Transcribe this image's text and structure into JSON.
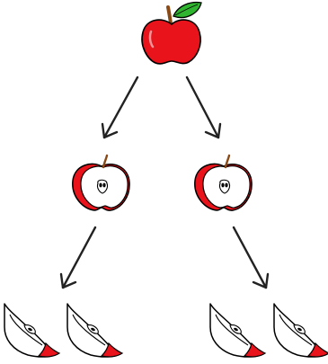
{
  "diagram": {
    "nodes": [
      {
        "id": "whole-apple",
        "kind": "whole apple"
      },
      {
        "id": "half-left",
        "kind": "apple half",
        "parent": "whole-apple"
      },
      {
        "id": "half-right",
        "kind": "apple half",
        "parent": "whole-apple"
      },
      {
        "id": "quarter-1",
        "kind": "apple quarter",
        "parent": "half-left"
      },
      {
        "id": "quarter-2",
        "kind": "apple quarter",
        "parent": "half-left"
      },
      {
        "id": "quarter-3",
        "kind": "apple quarter",
        "parent": "half-right"
      },
      {
        "id": "quarter-4",
        "kind": "apple quarter",
        "parent": "half-right"
      }
    ],
    "edges": [
      {
        "from": "whole-apple",
        "to": "half-left"
      },
      {
        "from": "whole-apple",
        "to": "half-right"
      },
      {
        "from": "half-left",
        "to": "quarter-1"
      },
      {
        "from": "half-right",
        "to": "quarter-4"
      }
    ],
    "colors": {
      "apple_skin": "#e8131b",
      "leaf": "#2fb52f",
      "stem": "#8a4a16",
      "arrow": "#222222",
      "outline": "#000000",
      "flesh": "#ffffff"
    },
    "icons": {
      "whole": "red-apple-with-leaf-icon",
      "half": "apple-half-cross-section-icon",
      "quarter": "apple-quarter-slice-icon"
    }
  }
}
